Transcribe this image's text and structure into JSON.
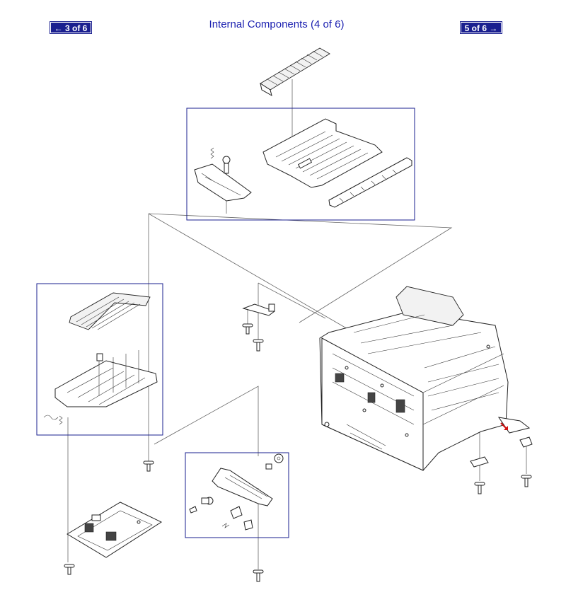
{
  "nav": {
    "prev_label": "← 3 of 6",
    "next_label": "5 of 6 →"
  },
  "page": {
    "title": "Internal Components (4 of 6)"
  },
  "colors": {
    "nav_button": "#1a1f8f",
    "title": "#1a1fb0",
    "frame": "#1a1f8f",
    "callout_arrow": "#d01010"
  }
}
